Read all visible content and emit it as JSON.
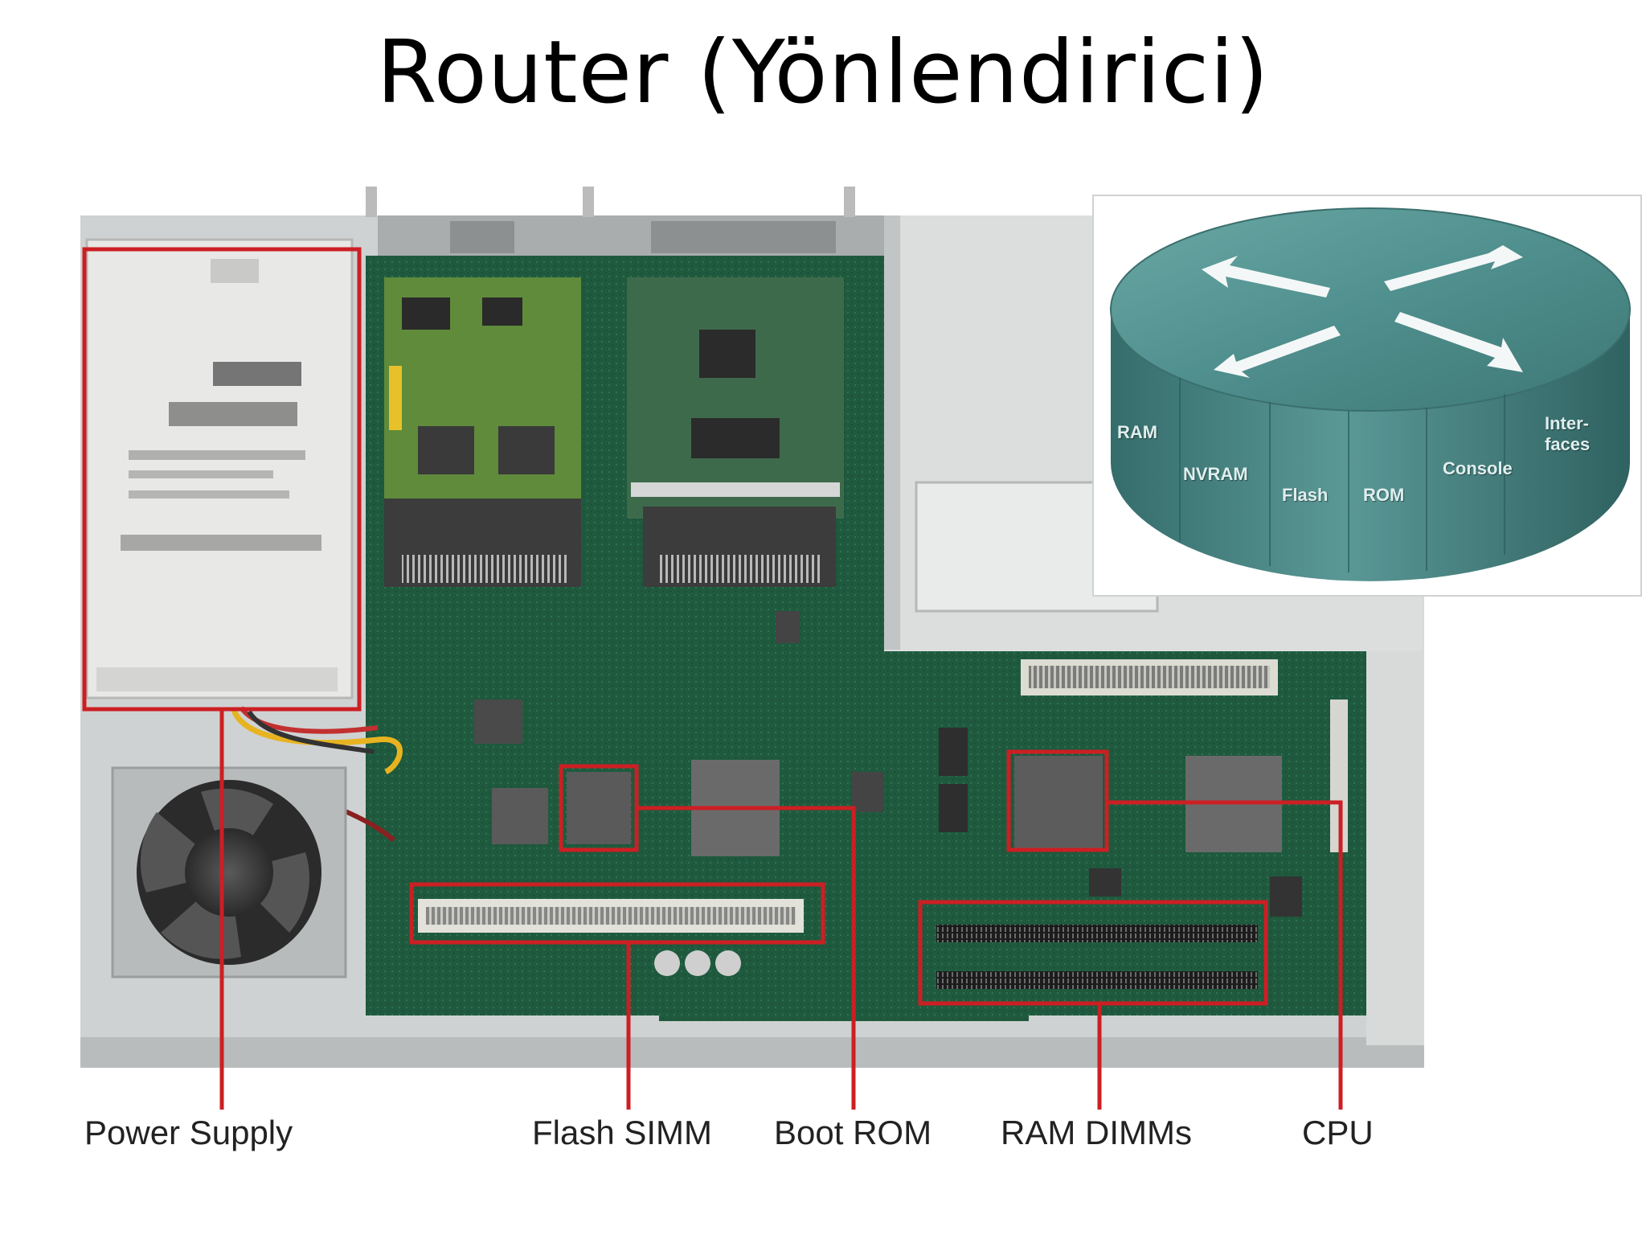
{
  "title": "Router (Yönlendirici)",
  "callouts": [
    {
      "id": "power-supply",
      "label": "Power Supply"
    },
    {
      "id": "flash-simm",
      "label": "Flash SIMM"
    },
    {
      "id": "boot-rom",
      "label": "Boot ROM"
    },
    {
      "id": "ram-dimms",
      "label": "RAM DIMMs"
    },
    {
      "id": "cpu",
      "label": "CPU"
    }
  ],
  "router_diagram": {
    "segments": [
      "RAM",
      "NVRAM",
      "Flash",
      "ROM",
      "Console",
      "Inter-\nfaces"
    ]
  },
  "colors": {
    "highlight": "#cc1f24",
    "pcb": "#1f5a3e",
    "router_top": "#4f8f8d",
    "router_side": "#3a7472"
  },
  "icons": [
    "router-symbol-icon",
    "cooling-fan-icon"
  ]
}
